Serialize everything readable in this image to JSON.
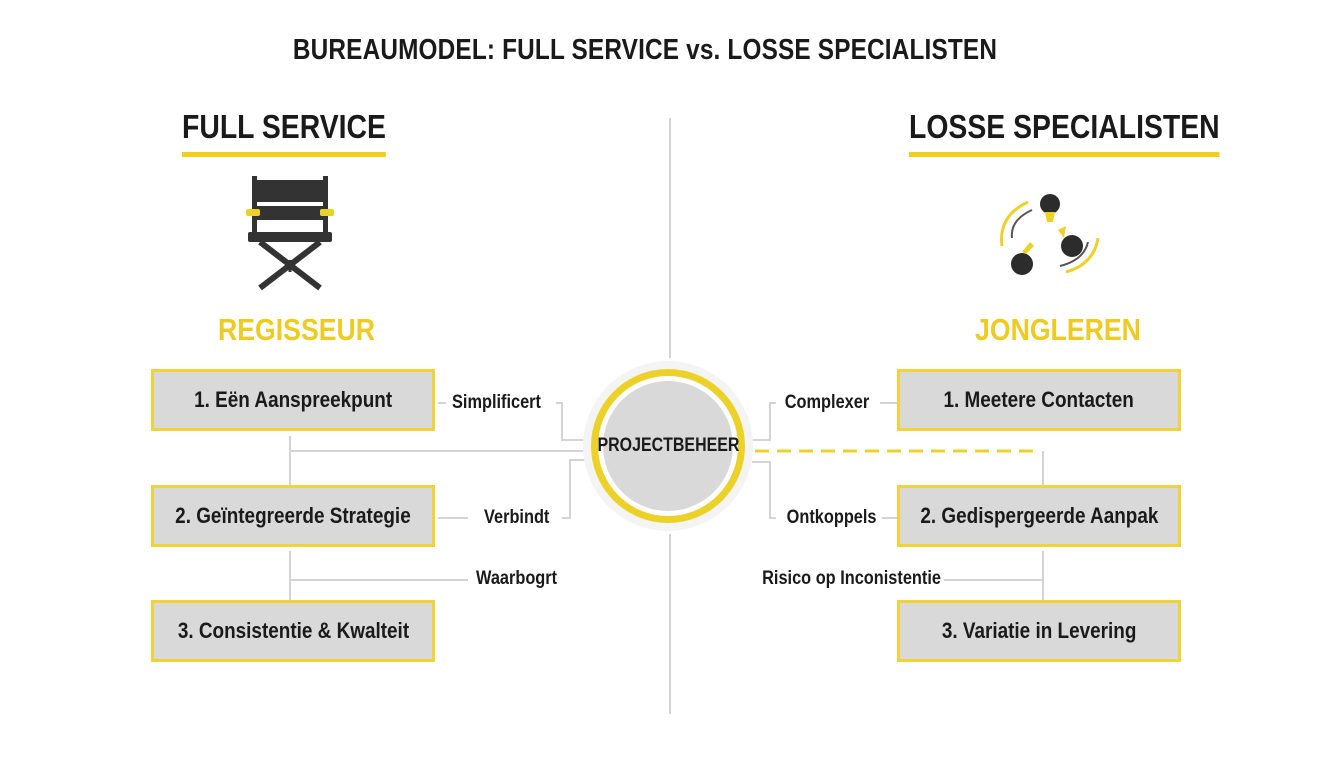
{
  "title": "BUREAUMODEL: FULL SERVICE vs. LOSSE SPECIALISTEN",
  "left": {
    "heading": "FULL SERVICE",
    "role": "REGISSEUR",
    "icon": "director-chair-icon",
    "items": [
      "1. Eën Aanspreekpunt",
      "2. Geïntegreerde Strategie",
      "3. Consistentie & Kwalteit"
    ],
    "connectors": [
      "Simplificert",
      "Verbindt",
      "Waarbogrt"
    ]
  },
  "right": {
    "heading": "LOSSE SPECIALISTEN",
    "role": "JONGLEREN",
    "icon": "juggling-bulbs-icon",
    "items": [
      "1. Meetere Contacten",
      "2. Gedispergeerde Aanpak",
      "3. Variatie in Levering"
    ],
    "connectors": [
      "Complexer",
      "Ontkoppels",
      "Risico op Inconistentie"
    ]
  },
  "center": {
    "label": "PROJECTBEHEER"
  },
  "colors": {
    "accent": "#ecd228",
    "box_fill": "#d9d9d9",
    "text": "#1a1a1a",
    "line": "#d0d0d0"
  }
}
